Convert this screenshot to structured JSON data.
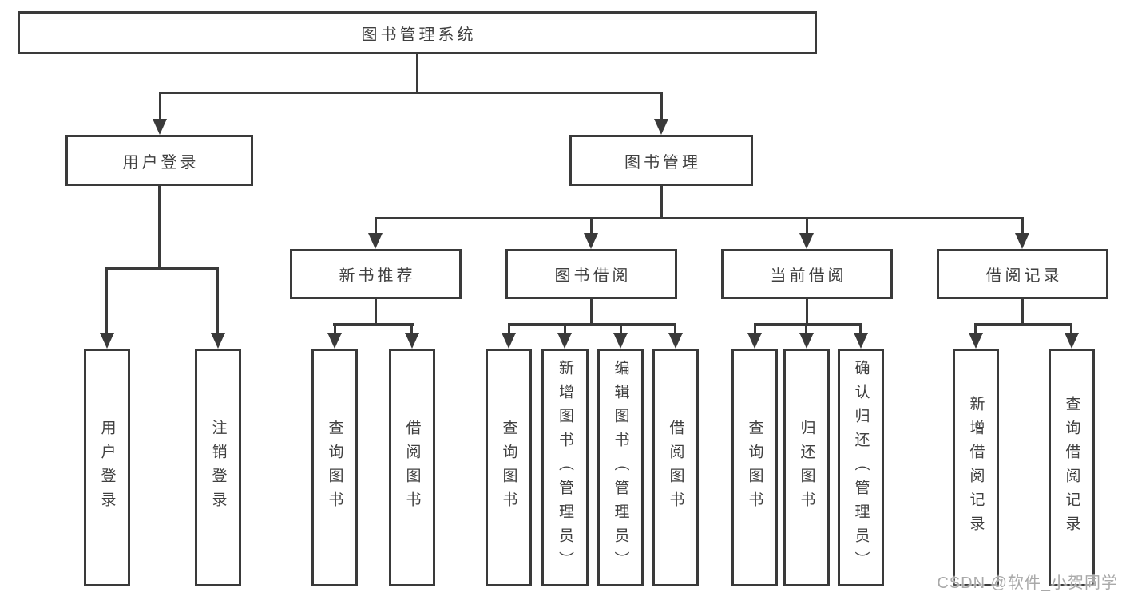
{
  "diagram": {
    "root": {
      "label": "图书管理系统"
    },
    "level2": [
      {
        "label": "用户登录"
      },
      {
        "label": "图书管理"
      }
    ],
    "level3": [
      {
        "label": "新书推荐",
        "parent": "图书管理"
      },
      {
        "label": "图书借阅",
        "parent": "图书管理"
      },
      {
        "label": "当前借阅",
        "parent": "图书管理"
      },
      {
        "label": "借阅记录",
        "parent": "图书管理"
      }
    ],
    "level4": [
      {
        "label": "用户登录",
        "parent": "用户登录"
      },
      {
        "label": "注销登录",
        "parent": "用户登录"
      },
      {
        "label": "查询图书",
        "parent": "新书推荐"
      },
      {
        "label": "借阅图书",
        "parent": "新书推荐"
      },
      {
        "label": "查询图书",
        "parent": "图书借阅"
      },
      {
        "label": "新增图书（管理员）",
        "parent": "图书借阅"
      },
      {
        "label": "编辑图书（管理员）",
        "parent": "图书借阅"
      },
      {
        "label": "借阅图书",
        "parent": "图书借阅"
      },
      {
        "label": "查询图书",
        "parent": "当前借阅"
      },
      {
        "label": "归还图书",
        "parent": "当前借阅"
      },
      {
        "label": "确认归还（管理员）",
        "parent": "当前借阅"
      },
      {
        "label": "新增借阅记录",
        "parent": "借阅记录"
      },
      {
        "label": "查询借阅记录",
        "parent": "借阅记录"
      }
    ]
  },
  "watermark": {
    "text": "CSDN @软件_小贺同学"
  },
  "colors": {
    "line": "#3a3a3a",
    "text": "#404040",
    "background": "#ffffff",
    "watermark": "#a9a9a9"
  }
}
